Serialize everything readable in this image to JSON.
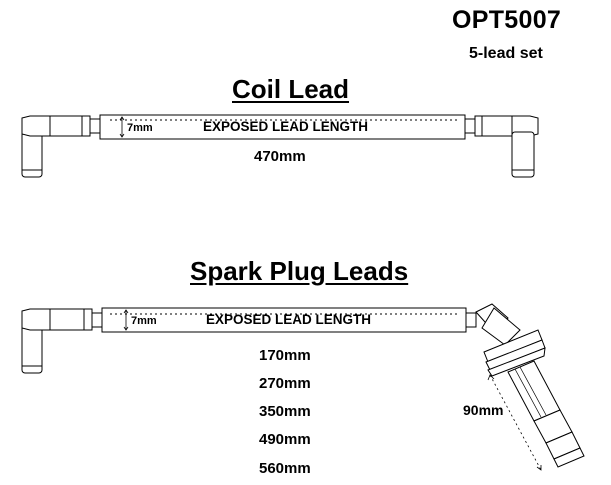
{
  "header": {
    "part_number": "OPT5007",
    "set_description": "5-lead set"
  },
  "coil_lead": {
    "title": "Coil Lead",
    "label": "EXPOSED LEAD LENGTH",
    "diameter": "7mm",
    "length": "470mm"
  },
  "spark_plug_leads": {
    "title": "Spark Plug Leads",
    "label": "EXPOSED LEAD LENGTH",
    "diameter": "7mm",
    "lengths": [
      "170mm",
      "270mm",
      "350mm",
      "490mm",
      "560mm"
    ],
    "boot_length": "90mm"
  }
}
